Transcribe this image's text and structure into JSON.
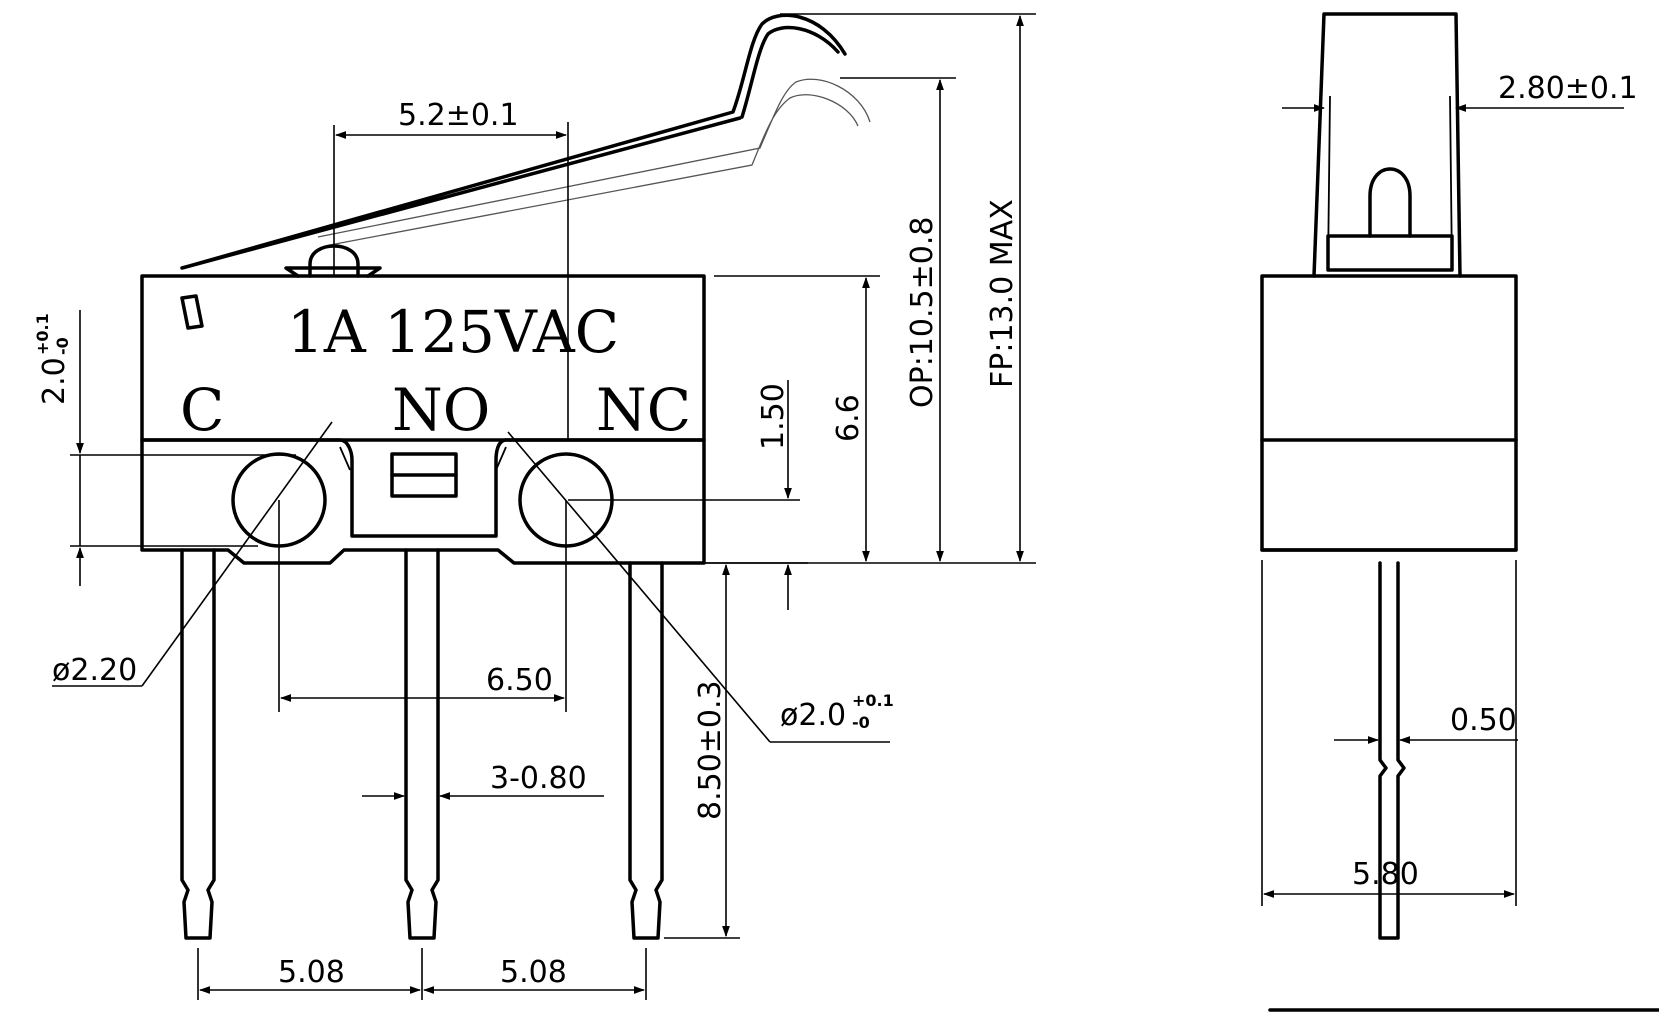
{
  "body_text": {
    "rating": "1A  125VAC",
    "terminal_c": "C",
    "terminal_no": "NO",
    "terminal_nc": "NC"
  },
  "dimensions": {
    "lever_pivot": "5.2±0.1",
    "slot_height": "2.0",
    "slot_tol_plus": "+0.1",
    "slot_tol_minus": "-0",
    "pin_offset": "1.50",
    "body_height": "6.6",
    "op_position": "OP:10.5±0.8",
    "fp_max": "FP:13.0  MAX",
    "hole_c_dia": "ø2.20",
    "hole_pitch": "6.50",
    "hole_nc_dia": "ø2.0",
    "hole_nc_tol_plus": "+0.1",
    "hole_nc_tol_minus": "-0",
    "pin_width": "3-0.80",
    "pin_length": "8.50±0.3",
    "pin_spacing_1": "5.08",
    "pin_spacing_2": "5.08",
    "actuator_width": "2.80±0.1",
    "pin_thickness": "0.50",
    "body_width": "5.80"
  }
}
